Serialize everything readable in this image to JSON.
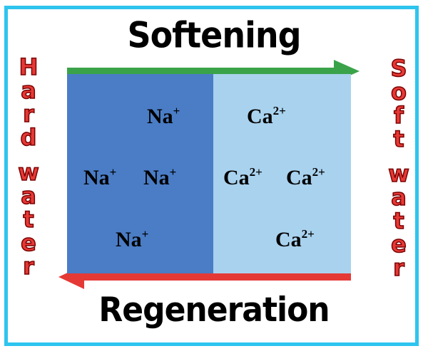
{
  "diagram": {
    "top_label": "Softening",
    "bottom_label": "Regeneration",
    "left_label": [
      "H",
      "a",
      "r",
      "d",
      "",
      "w",
      "a",
      "t",
      "e",
      "r"
    ],
    "right_label": [
      "S",
      "o",
      "f",
      "t",
      "",
      "w",
      "a",
      "t",
      "e",
      "r"
    ],
    "na_ions": [
      {
        "symbol": "Na",
        "charge": "+"
      },
      {
        "symbol": "Na",
        "charge": "+"
      },
      {
        "symbol": "Na",
        "charge": "+"
      },
      {
        "symbol": "Na",
        "charge": "+"
      }
    ],
    "ca_ions": [
      {
        "symbol": "Ca",
        "charge": "2+"
      },
      {
        "symbol": "Ca",
        "charge": "2+"
      },
      {
        "symbol": "Ca",
        "charge": "2+"
      },
      {
        "symbol": "Ca",
        "charge": "2+"
      }
    ],
    "colors": {
      "frame": "#2ec4ee",
      "na_panel": "#4a7dc6",
      "ca_panel": "#a9d2ee",
      "softening_arrow": "#3aa34a",
      "regeneration_arrow": "#e53935",
      "side_text": "#e53935"
    }
  }
}
